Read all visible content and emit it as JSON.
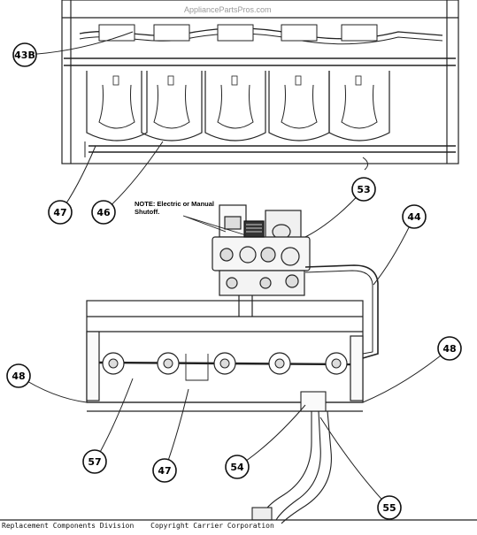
{
  "watermark": "AppliancePartsPros.com",
  "note": {
    "line1": "NOTE: Electric or Manual",
    "line2": "Shutoff."
  },
  "callouts": [
    {
      "id": "43B"
    },
    {
      "id": "47"
    },
    {
      "id": "46"
    },
    {
      "id": "53"
    },
    {
      "id": "44"
    },
    {
      "id": "48"
    },
    {
      "id": "48"
    },
    {
      "id": "57"
    },
    {
      "id": "47"
    },
    {
      "id": "54"
    },
    {
      "id": "55"
    }
  ],
  "footer": {
    "left": "Replacement Components Division",
    "right": "Copyright  Carrier Corporation"
  }
}
